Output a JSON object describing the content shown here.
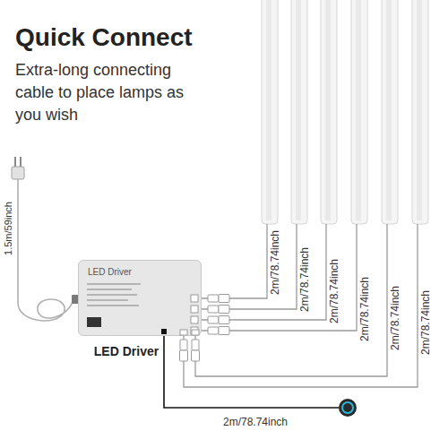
{
  "diagram": {
    "title": "Quick Connect",
    "nodes": [
      {
        "text": [
          "LED Driver",
          "LED Driver"
        ]
      }
    ],
    "labels": [
      "Extra-long connecting cable to place lamps as you wish",
      "1.5m/59inch",
      "2m/78.74inch",
      "2m/78.74inch",
      "2m/78.74inch",
      "2m/78.74inch",
      "2m/78.74inch",
      "2m/78.74inch",
      "2m/78.74inch"
    ]
  }
}
